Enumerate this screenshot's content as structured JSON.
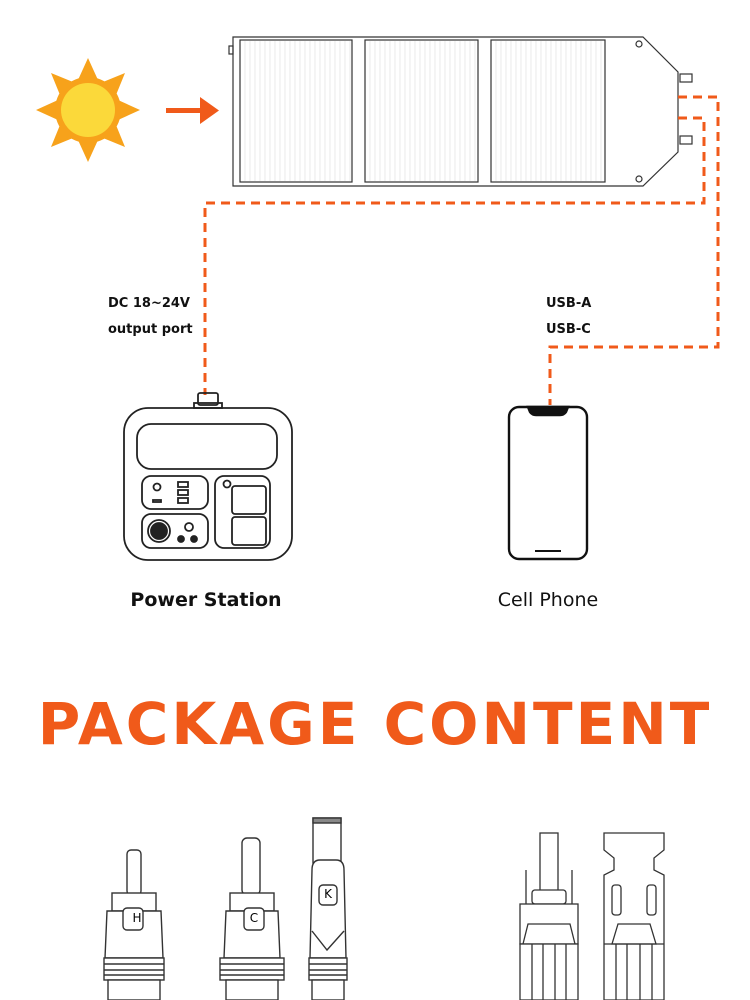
{
  "labels": {
    "dc_line1": "DC 18~24V",
    "dc_line2": "output port",
    "usb_a": "USB-A",
    "usb_c": "USB-C",
    "power_station": "Power Station",
    "cell_phone": "Cell Phone"
  },
  "heading": "PACKAGE CONTENT",
  "connectors": [
    "H",
    "C",
    "K"
  ],
  "colors": {
    "accent": "#f05a1a",
    "sun_core": "#fbd93a",
    "sun_rays": "#f7a21b",
    "line": "#222222"
  }
}
